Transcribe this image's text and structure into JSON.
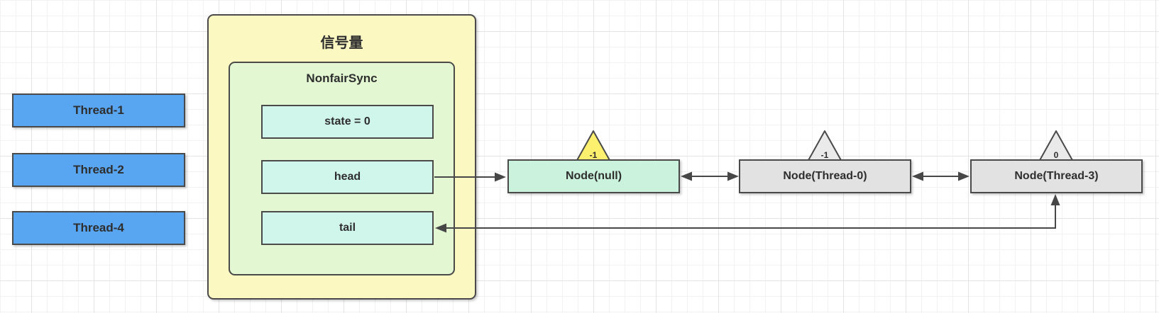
{
  "diagram": {
    "semaphore": {
      "title": "信号量",
      "fill": "#fbf8c2"
    },
    "nonfair_sync": {
      "title": "NonfairSync",
      "fill": "#e3f8d2",
      "field_fill": "#d0f5ea",
      "fields": [
        {
          "label": "state = 0"
        },
        {
          "label": "head"
        },
        {
          "label": "tail"
        }
      ]
    },
    "threads": [
      {
        "label": "Thread-1"
      },
      {
        "label": "Thread-2"
      },
      {
        "label": "Thread-4"
      }
    ],
    "thread_fill": "#58a6f2",
    "queue_nodes": [
      {
        "label": "Node(null)",
        "wait_status": "-1",
        "fill": "#caf2dc",
        "wait_status_badge_fill": "#fdf06f"
      },
      {
        "label": "Node(Thread-0)",
        "wait_status": "-1",
        "fill": "#e2e2e2",
        "wait_status_badge_fill": "#eaeaea"
      },
      {
        "label": "Node(Thread-3)",
        "wait_status": "0",
        "fill": "#e2e2e2",
        "wait_status_badge_fill": "#eaeaea"
      }
    ],
    "connectors": [
      {
        "from": "head",
        "to": "Node(null)",
        "style": "arrow"
      },
      {
        "from": "Node(null)",
        "to": "Node(Thread-0)",
        "style": "double-arrow"
      },
      {
        "from": "Node(Thread-0)",
        "to": "Node(Thread-3)",
        "style": "double-arrow"
      },
      {
        "from": "tail",
        "to": "Node(Thread-3)",
        "style": "double-arrow-elbow"
      }
    ],
    "border_color": "#4a4a4a",
    "line_color": "#474747"
  }
}
